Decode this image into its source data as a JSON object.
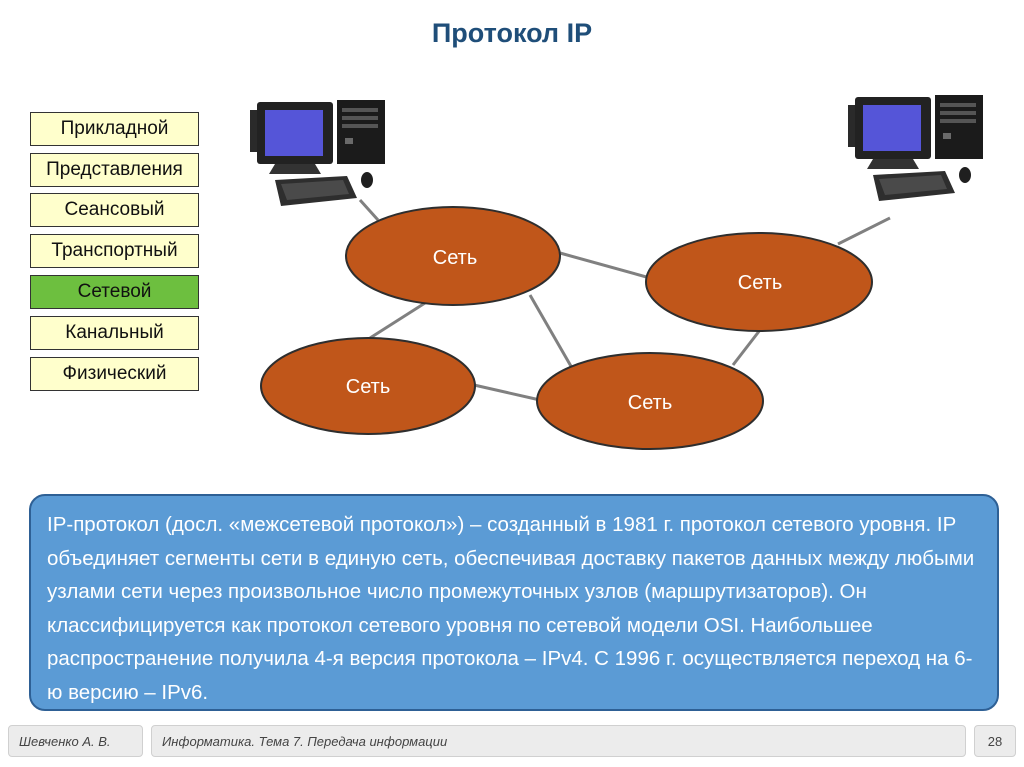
{
  "title": "Протокол IP",
  "osi_layers": [
    {
      "label": "Прикладной",
      "active": false
    },
    {
      "label": "Представления",
      "active": false
    },
    {
      "label": "Сеансовый",
      "active": false
    },
    {
      "label": "Транспортный",
      "active": false
    },
    {
      "label": "Сетевой",
      "active": true
    },
    {
      "label": "Канальный",
      "active": false
    },
    {
      "label": "Физический",
      "active": false
    }
  ],
  "networks": {
    "net1": "Сеть",
    "net2": "Сеть",
    "net3": "Сеть",
    "net4": "Сеть"
  },
  "colors": {
    "title": "#1f4e79",
    "osi_default": "#ffffcc",
    "osi_active": "#6dbf3f",
    "network_fill": "#c0561a",
    "network_stroke": "#2e2e2e",
    "info_box": "#5b9bd5"
  },
  "description": "IP-протокол (досл. «межсетевой протокол») – созданный в 1981 г. протокол сетевого уровня. IP объединяет сегменты сети в единую сеть, обеспечивая доставку пакетов данных между любыми узлами сети через произвольное число промежуточных узлов (маршрутизаторов). Он классифицируется как протокол сетевого уровня по сетевой модели OSI. Наибольшее распространение получила 4-я версия протокола – IPv4. С 1996 г. осуществляется переход на 6-ю версию – IPv6.",
  "footer": {
    "author": "Шевченко А. В.",
    "course": "Информатика. Тема 7. Передача информации",
    "page": "28"
  }
}
